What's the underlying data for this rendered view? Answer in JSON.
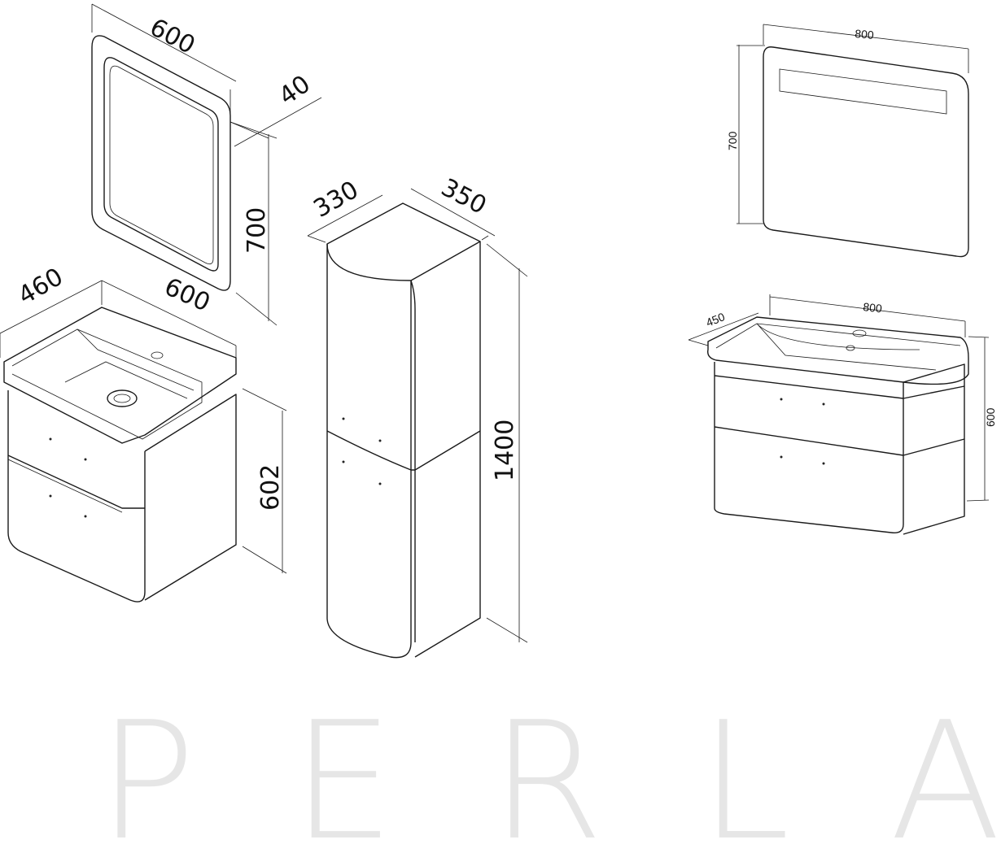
{
  "left_set": {
    "mirror": {
      "width": "600",
      "depth": "40",
      "height": "700"
    },
    "vanity": {
      "depth": "460",
      "width": "600",
      "height": "602"
    }
  },
  "tall_cabinet": {
    "depth": "330",
    "width": "350",
    "height": "1400"
  },
  "right_set": {
    "mirror": {
      "width": "800",
      "height": "700"
    },
    "vanity": {
      "depth": "450",
      "width": "800",
      "height": "600"
    }
  },
  "brand": {
    "letters": [
      "P",
      "E",
      "R",
      "L",
      "A"
    ],
    "name": "PERLA"
  },
  "colors": {
    "line": "#1a1a1a",
    "watermark": "#e6e6e6"
  }
}
